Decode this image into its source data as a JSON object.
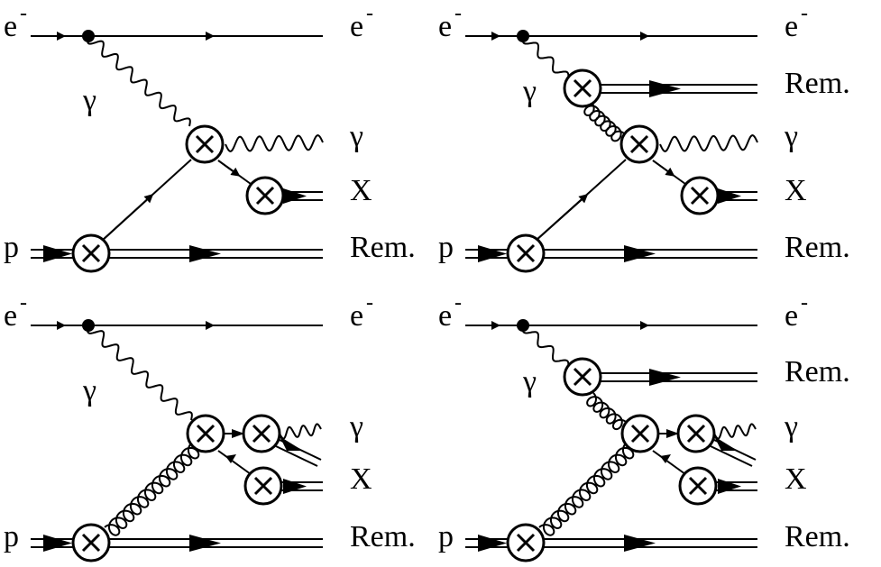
{
  "diagrams": [
    {
      "id": "top-left",
      "labels": {
        "electron_in": "e",
        "electron_in_sup": "-",
        "electron_out": "e",
        "electron_out_sup": "-",
        "photon_exchange": "γ",
        "photon_out": "γ",
        "x_out": "X",
        "proton_in": "p",
        "remnant": "Rem."
      }
    },
    {
      "id": "top-right",
      "labels": {
        "electron_in": "e",
        "electron_in_sup": "-",
        "electron_out": "e",
        "electron_out_sup": "-",
        "photon_exchange": "γ",
        "photon_remnant": "Rem.",
        "photon_out": "γ",
        "x_out": "X",
        "proton_in": "p",
        "remnant": "Rem."
      }
    },
    {
      "id": "bottom-left",
      "labels": {
        "electron_in": "e",
        "electron_in_sup": "-",
        "electron_out": "e",
        "electron_out_sup": "-",
        "photon_exchange": "γ",
        "photon_out": "γ",
        "x_out": "X",
        "proton_in": "p",
        "remnant": "Rem."
      }
    },
    {
      "id": "bottom-right",
      "labels": {
        "electron_in": "e",
        "electron_in_sup": "-",
        "electron_out": "e",
        "electron_out_sup": "-",
        "photon_exchange": "γ",
        "photon_remnant": "Rem.",
        "photon_out": "γ",
        "x_out": "X",
        "proton_in": "p",
        "remnant": "Rem."
      }
    }
  ],
  "vertex_symbol": "×"
}
